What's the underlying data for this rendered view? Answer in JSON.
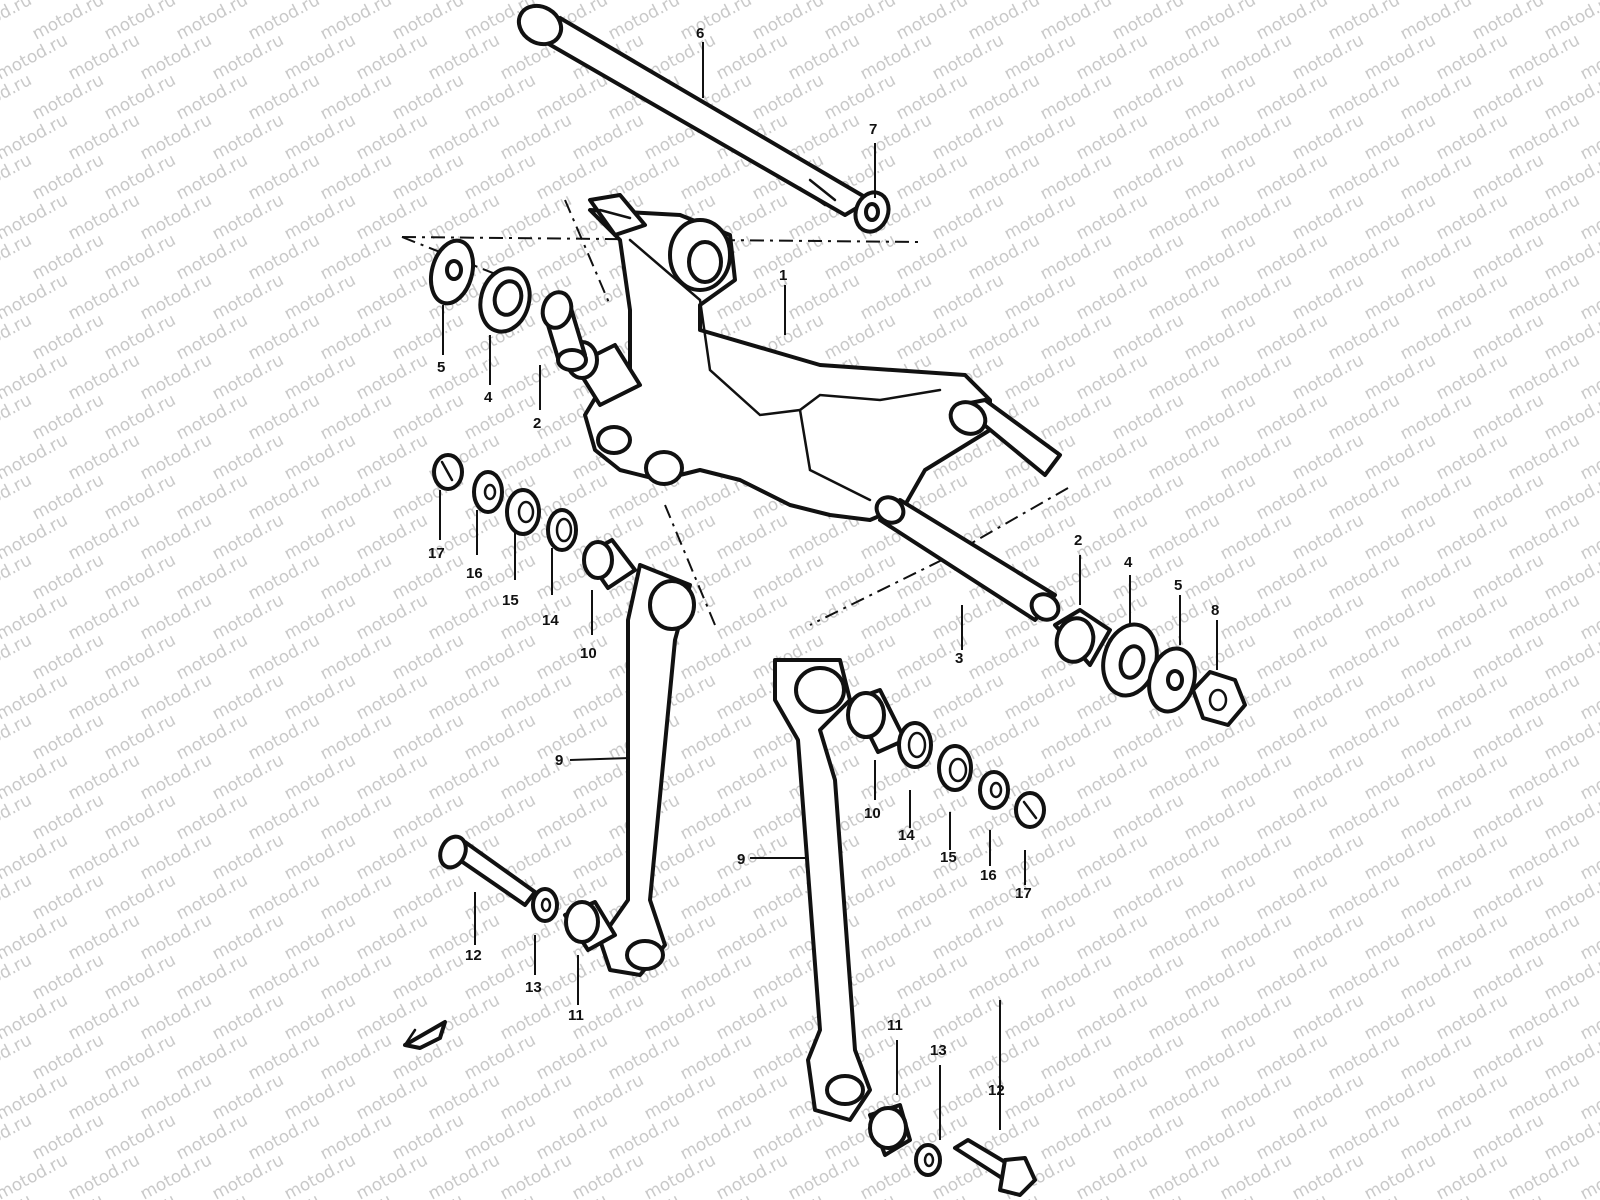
{
  "watermark": {
    "text": "motod.ru"
  },
  "callouts": {
    "c6": "6",
    "c7": "7",
    "c1": "1",
    "c5a": "5",
    "c4a": "4",
    "c2a": "2",
    "c17a": "17",
    "c16a": "16",
    "c15a": "15",
    "c14a": "14",
    "c10a": "10",
    "c2b": "2",
    "c4b": "4",
    "c5b": "5",
    "c8": "8",
    "c3": "3",
    "c9a": "9",
    "c10b": "10",
    "c14b": "14",
    "c15b": "15",
    "c16b": "16",
    "c17b": "17",
    "c9b": "9",
    "c12a": "12",
    "c13a": "13",
    "c11a": "11",
    "c11b": "11",
    "c13b": "13",
    "c12b": "12"
  }
}
